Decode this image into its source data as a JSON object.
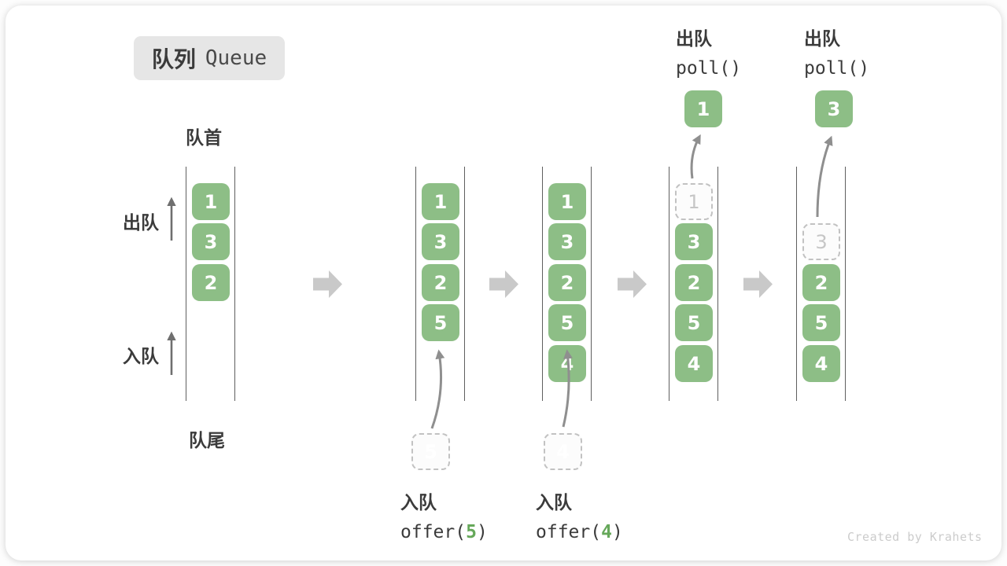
{
  "title": {
    "zh": "队列",
    "en": "Queue"
  },
  "labels": {
    "front": "队首",
    "rear": "队尾",
    "dequeue": "出队",
    "enqueue": "入队"
  },
  "columns": [
    {
      "slots": [
        "1",
        "3",
        "2"
      ]
    },
    {
      "slots": [
        "1",
        "3",
        "2",
        "5"
      ],
      "ghost_below": "5"
    },
    {
      "slots": [
        "1",
        "3",
        "2",
        "5",
        "4"
      ],
      "ghost_below": "4"
    },
    {
      "ghost_slot": "1",
      "slots": [
        "3",
        "2",
        "5",
        "4"
      ],
      "result": "1"
    },
    {
      "ghost_slot": "3",
      "slots": [
        "2",
        "5",
        "4"
      ],
      "result": "3"
    }
  ],
  "ops": {
    "enqueue_offer5": {
      "label": "入队",
      "fn_open": "offer(",
      "arg": "5",
      "fn_close": ")"
    },
    "enqueue_offer4": {
      "label": "入队",
      "fn_open": "offer(",
      "arg": "4",
      "fn_close": ")"
    },
    "dequeue_poll_1": {
      "label": "出队",
      "fn": "poll()"
    },
    "dequeue_poll_2": {
      "label": "出队",
      "fn": "poll()"
    }
  },
  "watermark": "Created by Krahets",
  "colors": {
    "cell-green": "#8DBE86",
    "code-green": "#66A85A",
    "line": "#5f5f5f",
    "arrow-dark": "#6f6f6f",
    "arrow-mid": "#8f8f8f",
    "block-arrow": "#c9c9c9",
    "ghost-border": "#c2c2c2",
    "ghost-text": "#c6c6c6",
    "text-dark": "#3b3b3b",
    "badge-bg": "#e6e6e6",
    "watermark": "#cccccc"
  }
}
